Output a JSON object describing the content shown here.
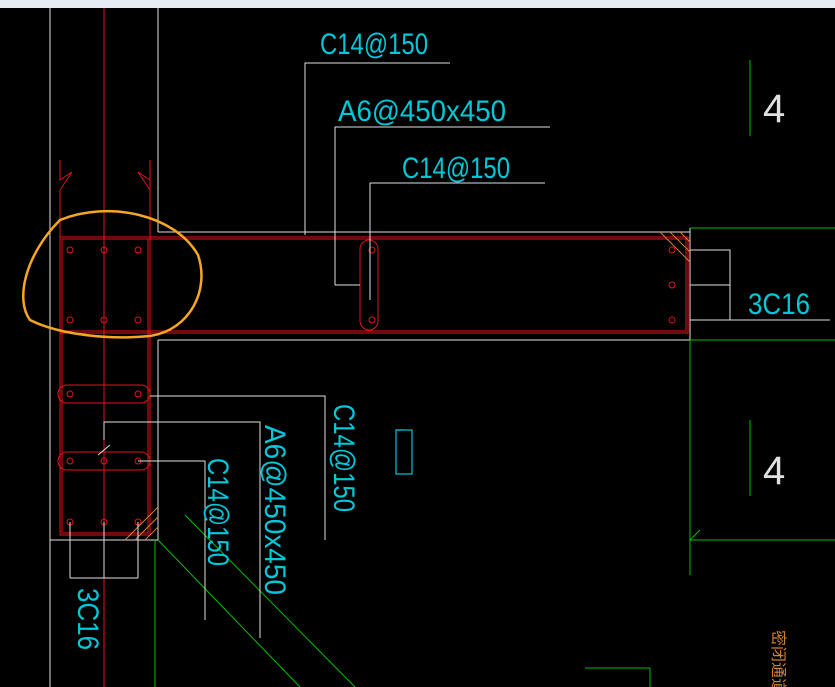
{
  "colors": {
    "background": "#000000",
    "wall": "#e0e0e0",
    "rebar": "#e1141b",
    "text": "#00c8d8",
    "axis": "#00c000",
    "highlight": "#f5a623",
    "hatch": "#d08030",
    "stripe": "#00b050",
    "top_strip": "#e6ecf3"
  },
  "labels": {
    "beam_top_bar": "C14@150",
    "tie_spacing_h": "A6@450x450",
    "beam_mid_bar": "C14@150",
    "beam_end_bars": "3C16",
    "wall_outer_bar": "C14@150",
    "wall_ties": "A6@450x450",
    "wall_inner_bar": "C14@150",
    "wall_end_bars": "3C16",
    "axis_top": "4",
    "axis_bottom": "4",
    "right_note": "密闭通道"
  },
  "icons": {
    "outlet_box": "rectangle-outline-icon",
    "marker": "ellipse-highlight-icon"
  }
}
